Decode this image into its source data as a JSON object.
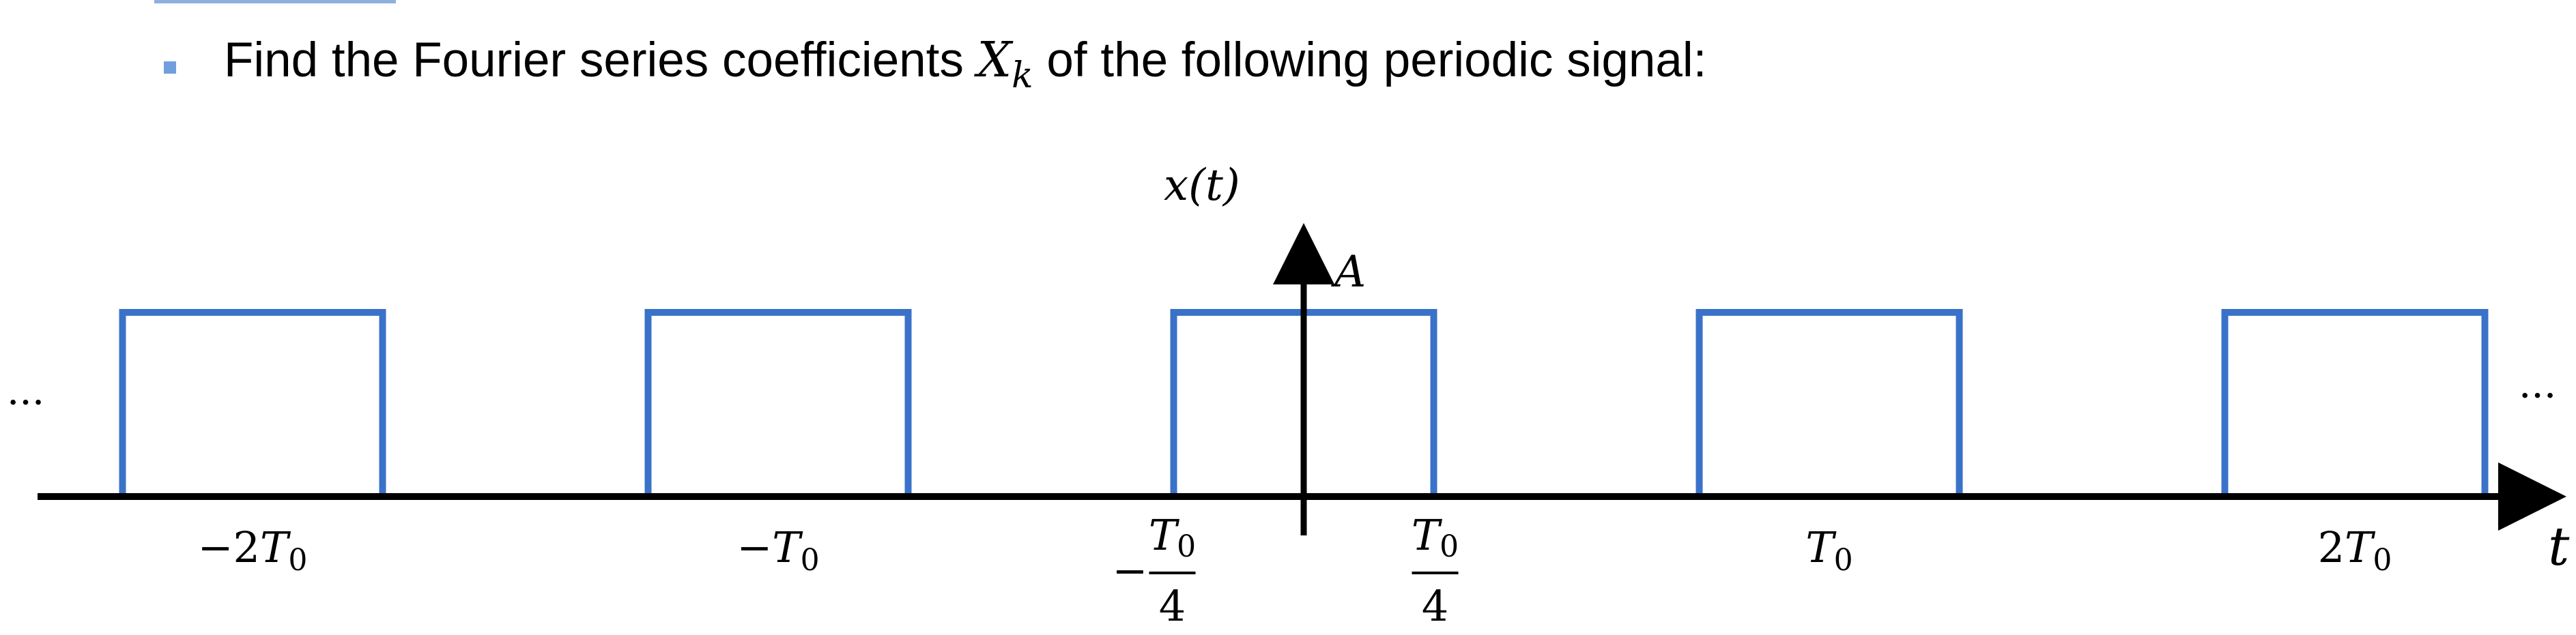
{
  "problem": {
    "text_before": "Find the Fourier series coefficients ",
    "coef_symbol": "X",
    "coef_subscript": "k",
    "text_after": " of the following periodic signal:"
  },
  "diagram": {
    "y_axis_label": "x(t)",
    "x_axis_label": "t",
    "amplitude_label": "A",
    "continuation_left": "···",
    "continuation_right": "···",
    "period": 1,
    "pulse_width": 0.5,
    "tick_labels": [
      {
        "t": -2.0,
        "coef": "−2",
        "sym": "T",
        "sub": "0",
        "fraction": false
      },
      {
        "t": -1.0,
        "coef": "−",
        "sym": "T",
        "sub": "0",
        "fraction": false
      },
      {
        "t": -0.25,
        "coef": "−",
        "sym": "T",
        "sub": "0",
        "fraction": true,
        "den": "4"
      },
      {
        "t": 0.25,
        "coef": "",
        "sym": "T",
        "sub": "0",
        "fraction": true,
        "den": "4"
      },
      {
        "t": 1.0,
        "coef": "",
        "sym": "T",
        "sub": "0",
        "fraction": false
      },
      {
        "t": 2.0,
        "coef": "2",
        "sym": "T",
        "sub": "0",
        "fraction": false
      }
    ],
    "pulse_centers": [
      -2,
      -1,
      0,
      1,
      2
    ],
    "colors": {
      "signal": "#3a72c9",
      "axis": "#000000",
      "bullet": "#6fa0dd"
    }
  }
}
